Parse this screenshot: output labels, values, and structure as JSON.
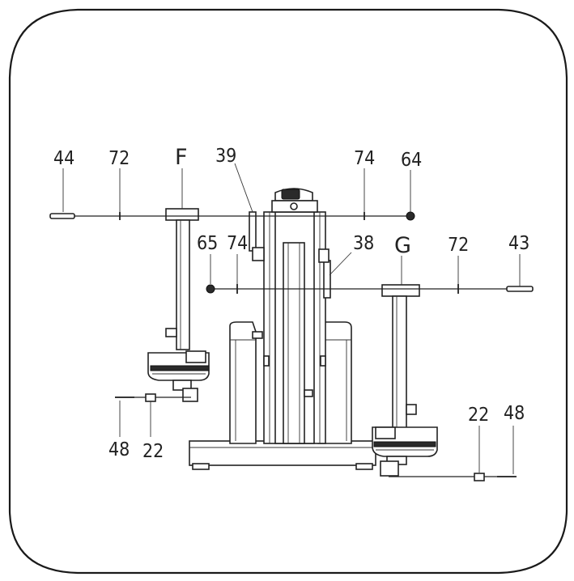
{
  "labels": {
    "l44a": "44",
    "l72a": "72",
    "lF": "F",
    "l39": "39",
    "l74a": "74",
    "l64": "64",
    "l65": "65",
    "l74b": "74",
    "l38": "38",
    "lG": "G",
    "l72b": "72",
    "l43": "43",
    "l48a": "48",
    "l22a": "22",
    "l22b": "22",
    "l48b": "48"
  }
}
